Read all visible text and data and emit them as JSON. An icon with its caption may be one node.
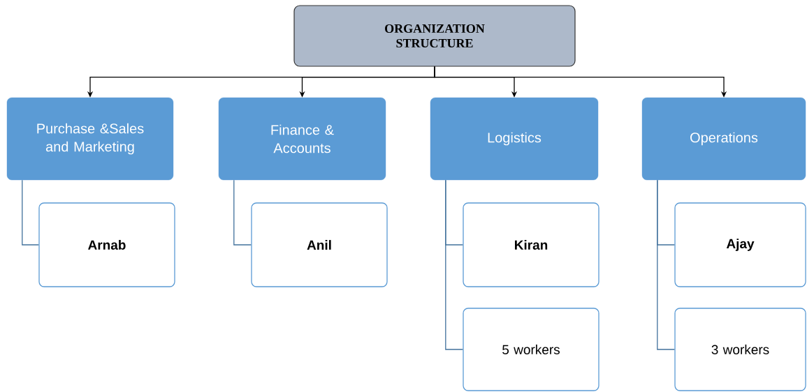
{
  "diagram": {
    "nodes": [
      {
        "text": [
          "ORGANIZATION STRUCTURE"
        ]
      },
      {
        "text": [
          "Purchase &Sales and Marketing"
        ]
      },
      {
        "text": [
          "Finance & Accounts"
        ]
      },
      {
        "text": [
          "Logistics"
        ]
      },
      {
        "text": [
          "Operations"
        ]
      },
      {
        "text": [
          "Arnab"
        ]
      },
      {
        "text": [
          "Anil"
        ]
      },
      {
        "text": [
          "Kiran"
        ]
      },
      {
        "text": [
          "5 workers"
        ]
      },
      {
        "text": [
          "Ajay"
        ]
      },
      {
        "text": [
          "3 workers"
        ]
      }
    ],
    "edges": [
      {
        "from": 0,
        "to": 1,
        "arrow": "to",
        "color": "#000000"
      },
      {
        "from": 0,
        "to": 2,
        "arrow": "to",
        "color": "#000000"
      },
      {
        "from": 0,
        "to": 3,
        "arrow": "to",
        "color": "#000000"
      },
      {
        "from": 0,
        "to": 4,
        "arrow": "to",
        "color": "#000000"
      },
      {
        "from": 1,
        "to": 5,
        "arrow": "none",
        "color": "#41719c"
      },
      {
        "from": 2,
        "to": 6,
        "arrow": "none",
        "color": "#41719c"
      },
      {
        "from": 3,
        "to": 7,
        "arrow": "none",
        "color": "#41719c"
      },
      {
        "from": 3,
        "to": 8,
        "arrow": "none",
        "color": "#41719c"
      },
      {
        "from": 4,
        "to": 9,
        "arrow": "none",
        "color": "#41719c"
      },
      {
        "from": 4,
        "to": 10,
        "arrow": "none",
        "color": "#41719c"
      }
    ]
  }
}
